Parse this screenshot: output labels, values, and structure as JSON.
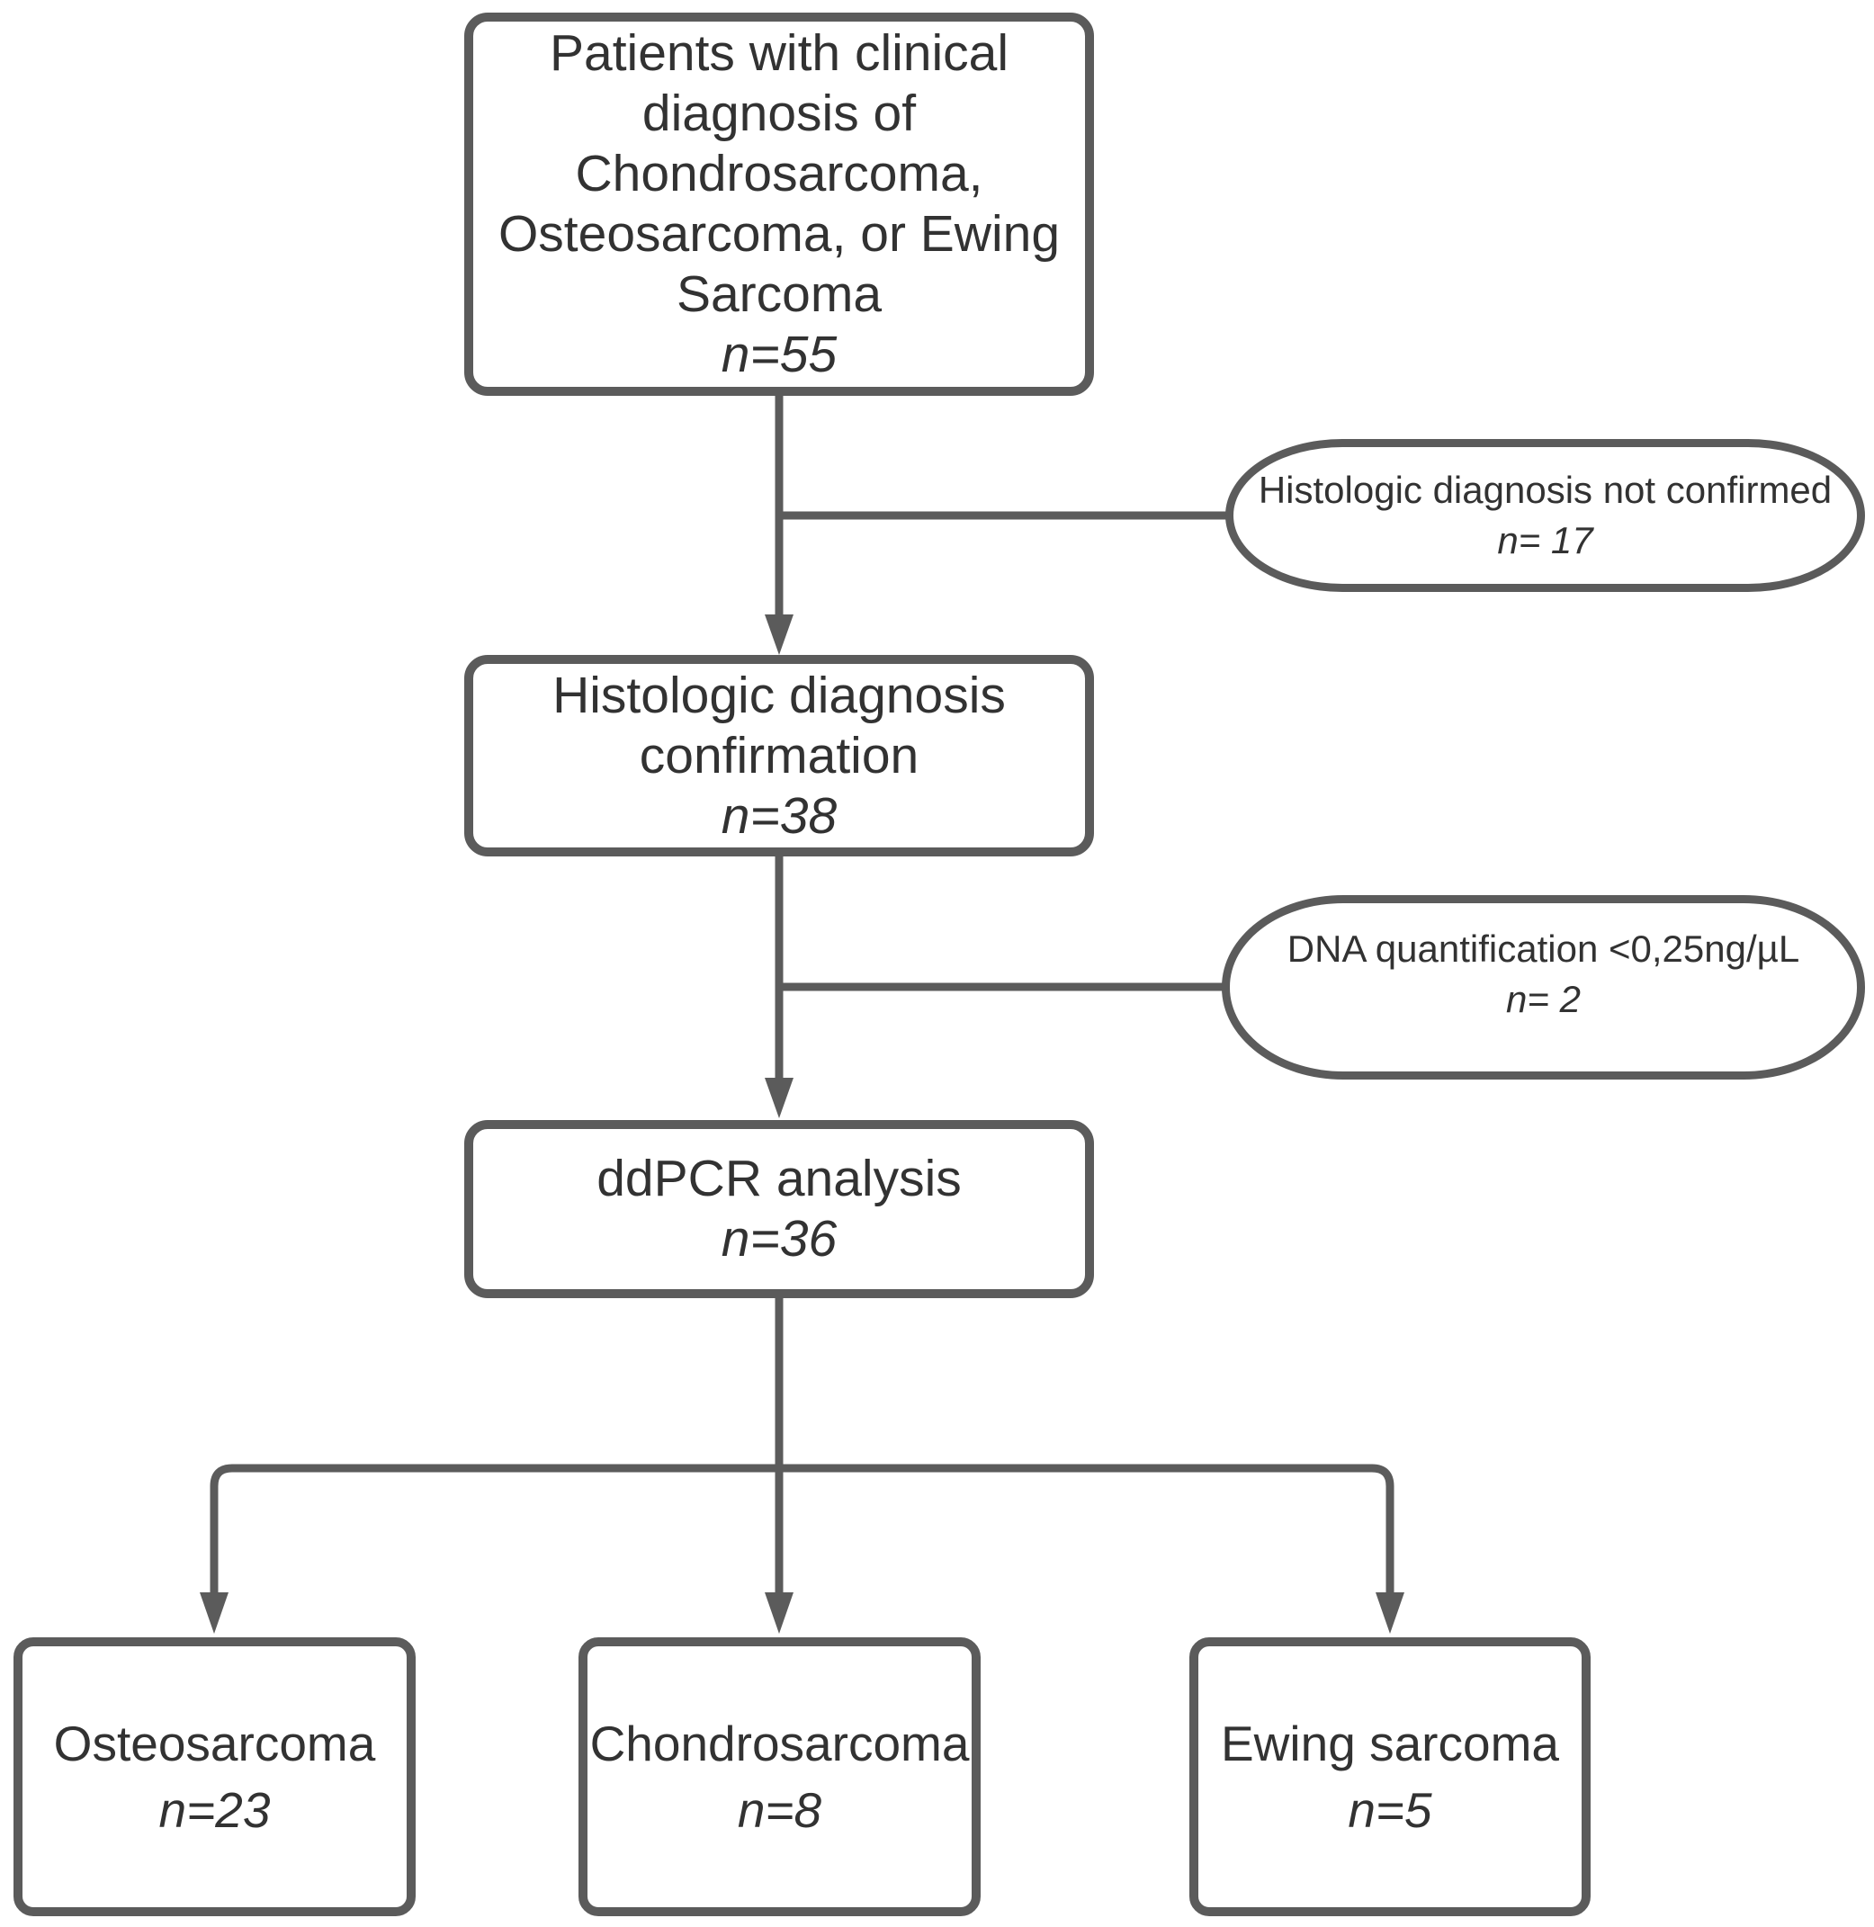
{
  "colors": {
    "stroke": "#5b5b5b",
    "text": "#323232",
    "background": "#ffffff"
  },
  "nodes": {
    "clinical": {
      "lines": [
        "Patients with clinical",
        "diagnosis of",
        "Chondrosarcoma,",
        "Osteosarcoma, or Ewing",
        "Sarcoma"
      ],
      "n": "n=55"
    },
    "not_confirmed": {
      "label": "Histologic diagnosis not confirmed",
      "n": "n= 17"
    },
    "confirmation": {
      "lines": [
        "Histologic diagnosis",
        "confirmation"
      ],
      "n": "n=38"
    },
    "dna": {
      "label": "DNA quantification <0,25ng/µL",
      "n": "n= 2"
    },
    "ddpcr": {
      "label": "ddPCR analysis",
      "n": "n=36"
    },
    "osteosarcoma": {
      "label": "Osteosarcoma",
      "n": "n=23"
    },
    "chondrosarcoma": {
      "label": "Chondrosarcoma",
      "n": "n=8"
    },
    "ewing": {
      "label": "Ewing sarcoma",
      "n": "n=5"
    }
  }
}
